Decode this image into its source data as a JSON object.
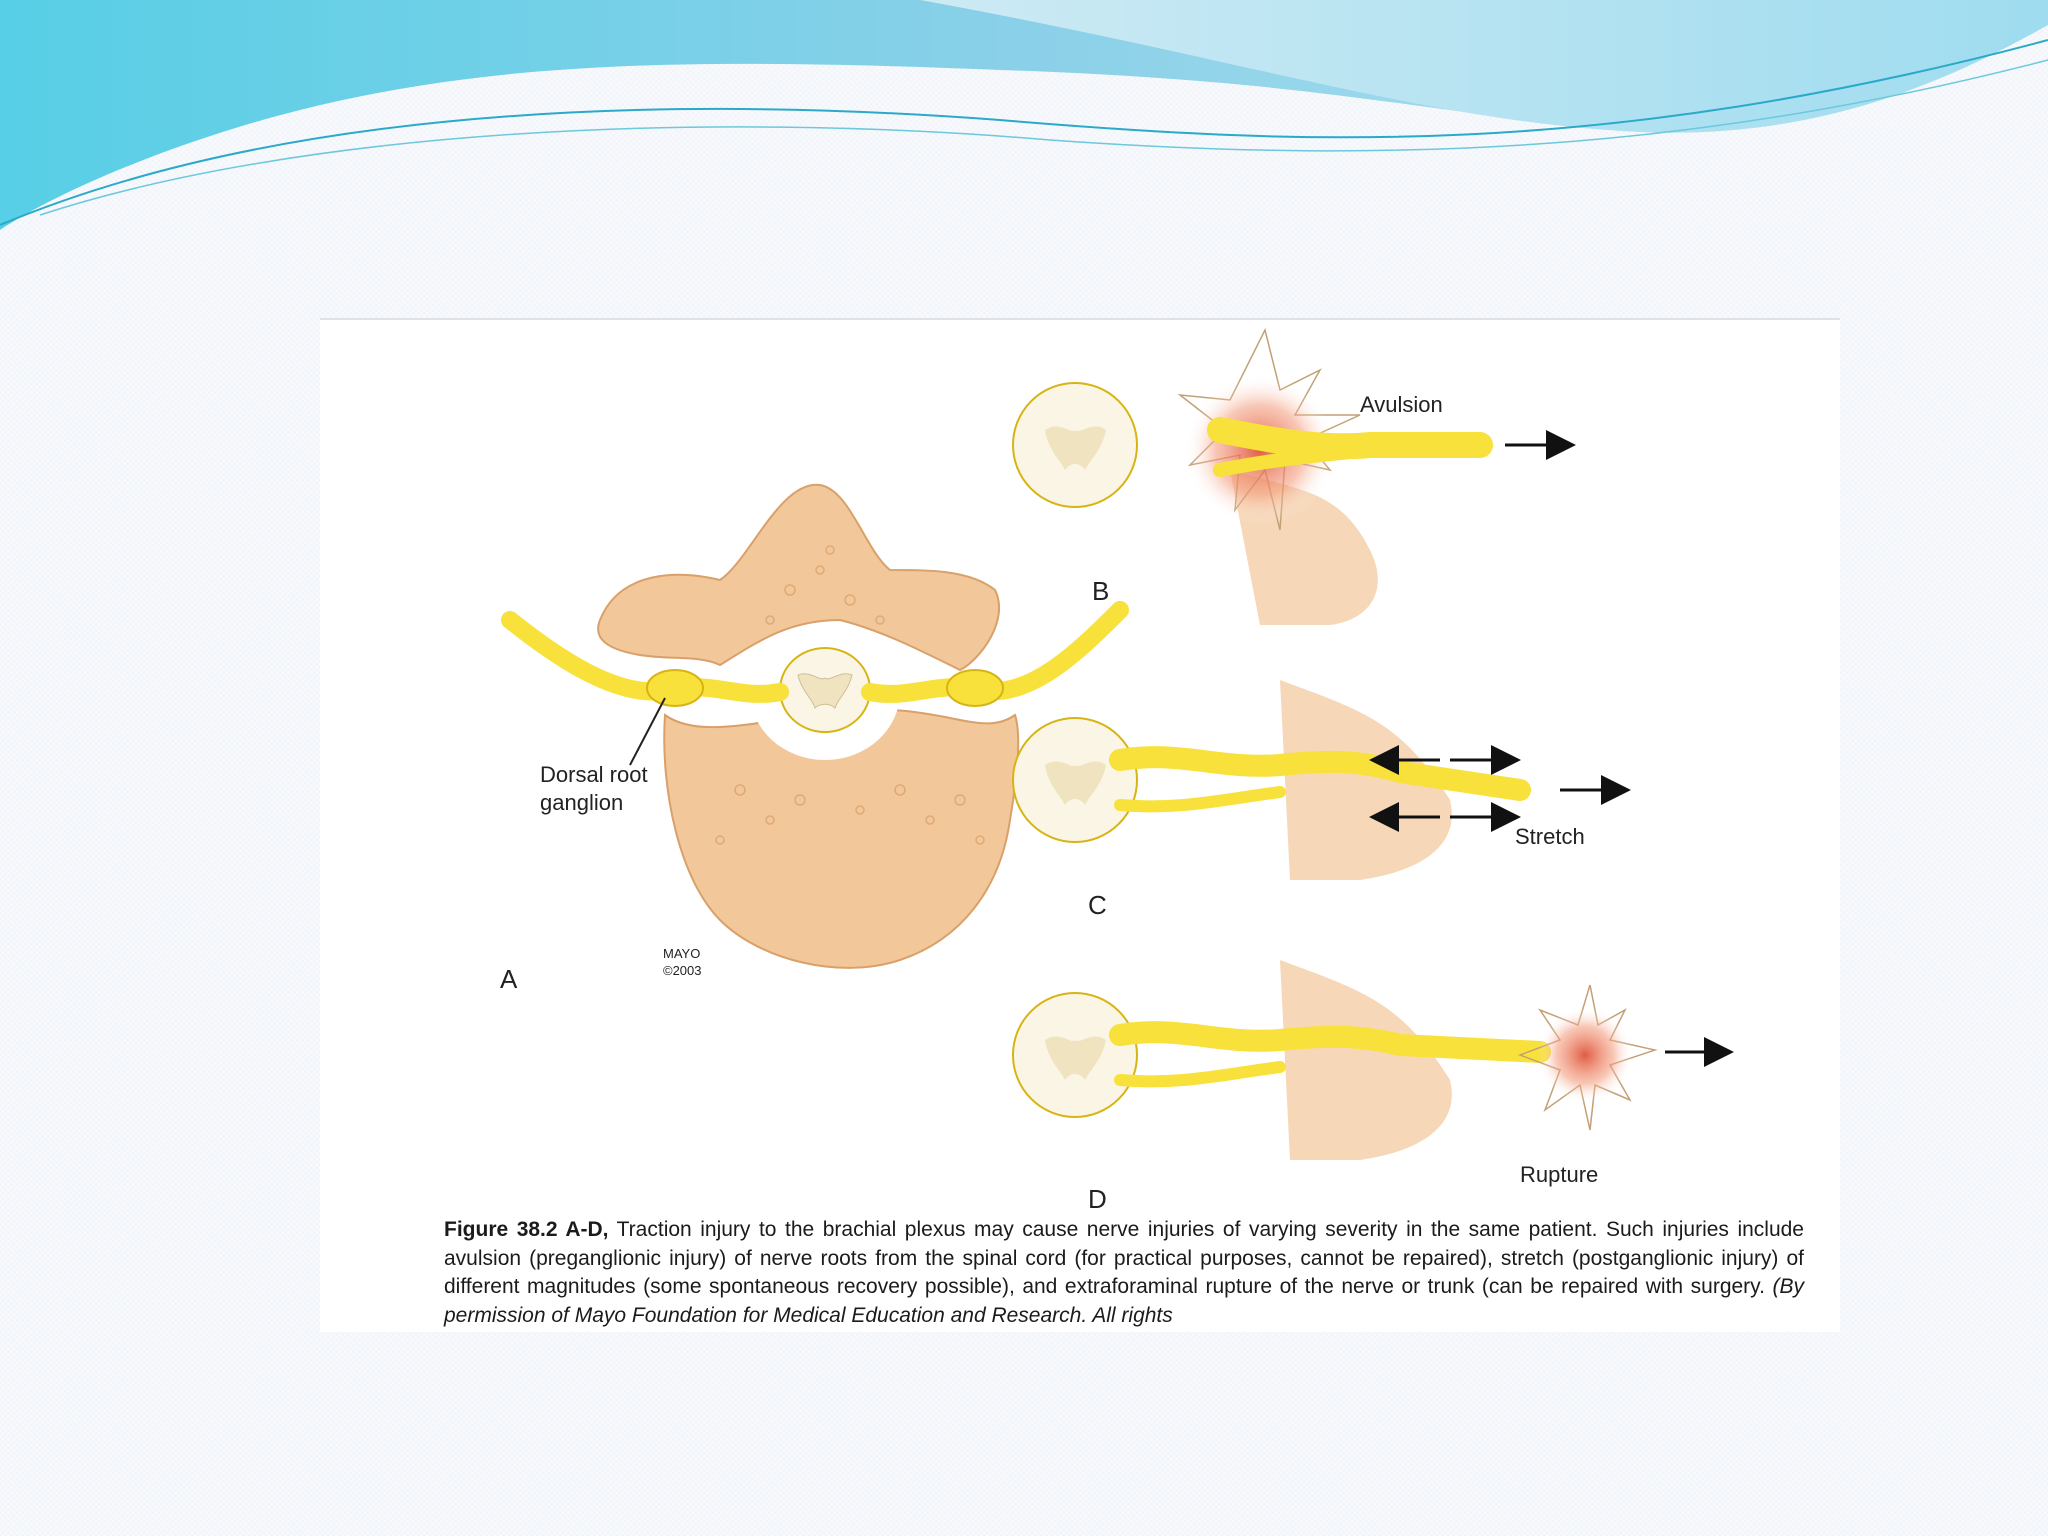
{
  "figure": {
    "panel_labels": {
      "a": "A",
      "b": "B",
      "c": "C",
      "d": "D"
    },
    "labels": {
      "avulsion": "Avulsion",
      "stretch": "Stretch",
      "rupture": "Rupture",
      "dorsal_root_line1": "Dorsal root",
      "dorsal_root_line2": "ganglion",
      "mayo_line1": "MAYO",
      "mayo_line2": "©2003"
    },
    "caption": {
      "figure_label": "Figure 38.2 A-D,",
      "body": " Traction injury to the brachial plexus may cause nerve injuries of varying severity in the same patient. Such injuries include avulsion (preganglionic injury) of nerve roots from the spinal cord (for practical purposes, cannot be repaired), stretch (postganglionic injury) of different magnitudes (some spontaneous recovery possible), and extraforaminal rupture of the nerve or trunk (can be repaired with surgery. ",
      "credit": "(By permission of Mayo Foundation for Medical Education and Research. All rights"
    }
  },
  "colors": {
    "bone": "#f2c89a",
    "bone_edge": "#d9a06a",
    "nerve": "#f7e13a",
    "nerve_edge": "#d8b412",
    "cord": "#fbf5e6",
    "grey_matter": "#efe3c0",
    "injury": "#e0533a",
    "header_wave": "#4fc4e3"
  }
}
